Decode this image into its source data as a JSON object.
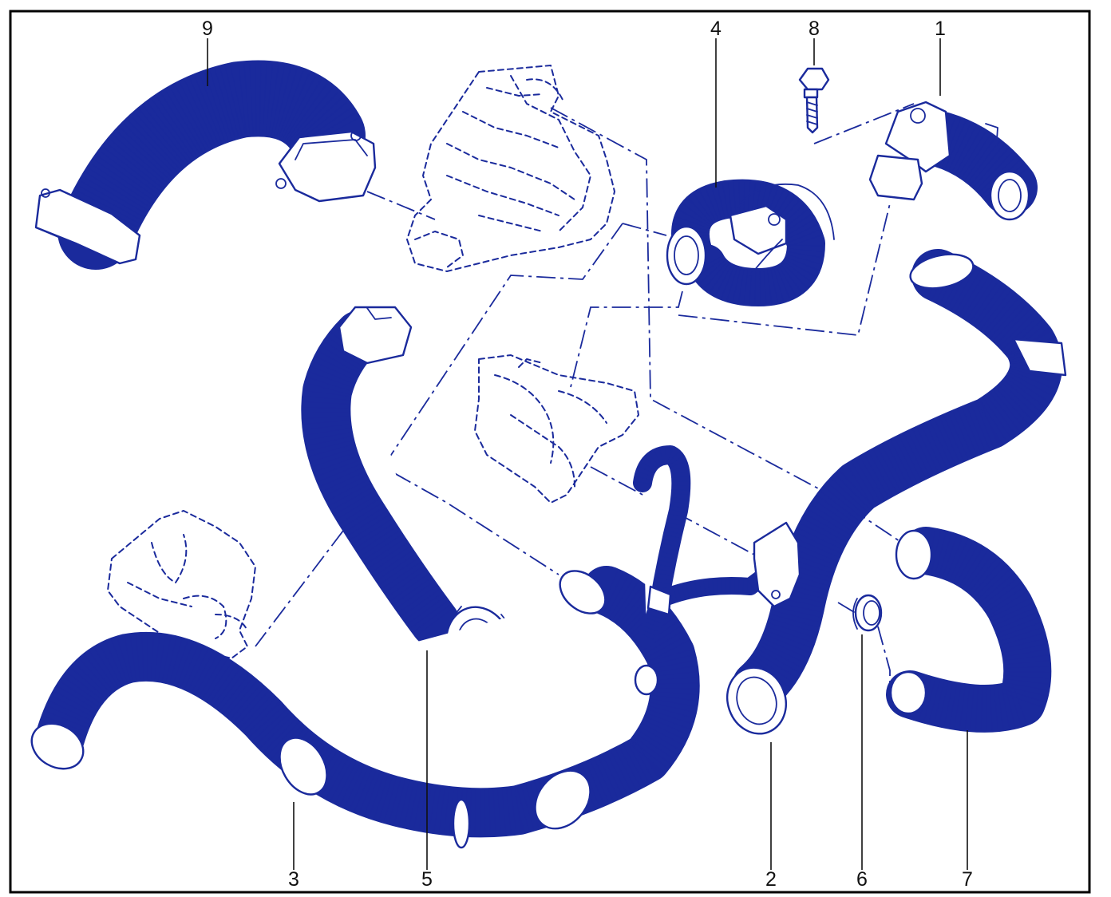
{
  "colors": {
    "line": "#1a2a9c",
    "label": "#111111",
    "frame": "#000000",
    "background": "#ffffff"
  },
  "callouts": [
    {
      "id": "9",
      "label": "9"
    },
    {
      "id": "4",
      "label": "4"
    },
    {
      "id": "8",
      "label": "8"
    },
    {
      "id": "1",
      "label": "1"
    },
    {
      "id": "3",
      "label": "3"
    },
    {
      "id": "5",
      "label": "5"
    },
    {
      "id": "2",
      "label": "2"
    },
    {
      "id": "6",
      "label": "6"
    },
    {
      "id": "7",
      "label": "7"
    }
  ]
}
